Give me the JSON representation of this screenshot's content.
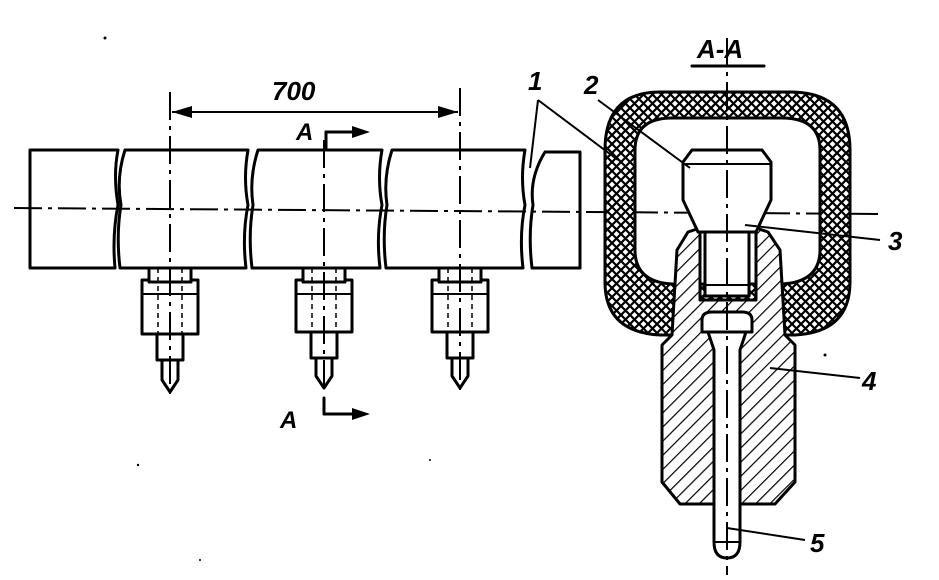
{
  "labels": {
    "dimension": "700",
    "section_top": "A",
    "section_bottom": "A",
    "section_title": "A-A",
    "part_1": "1",
    "part_2": "2",
    "part_3": "3",
    "part_4": "4",
    "part_5": "5"
  },
  "colors": {
    "ink": "#000000",
    "paper": "#ffffff"
  }
}
